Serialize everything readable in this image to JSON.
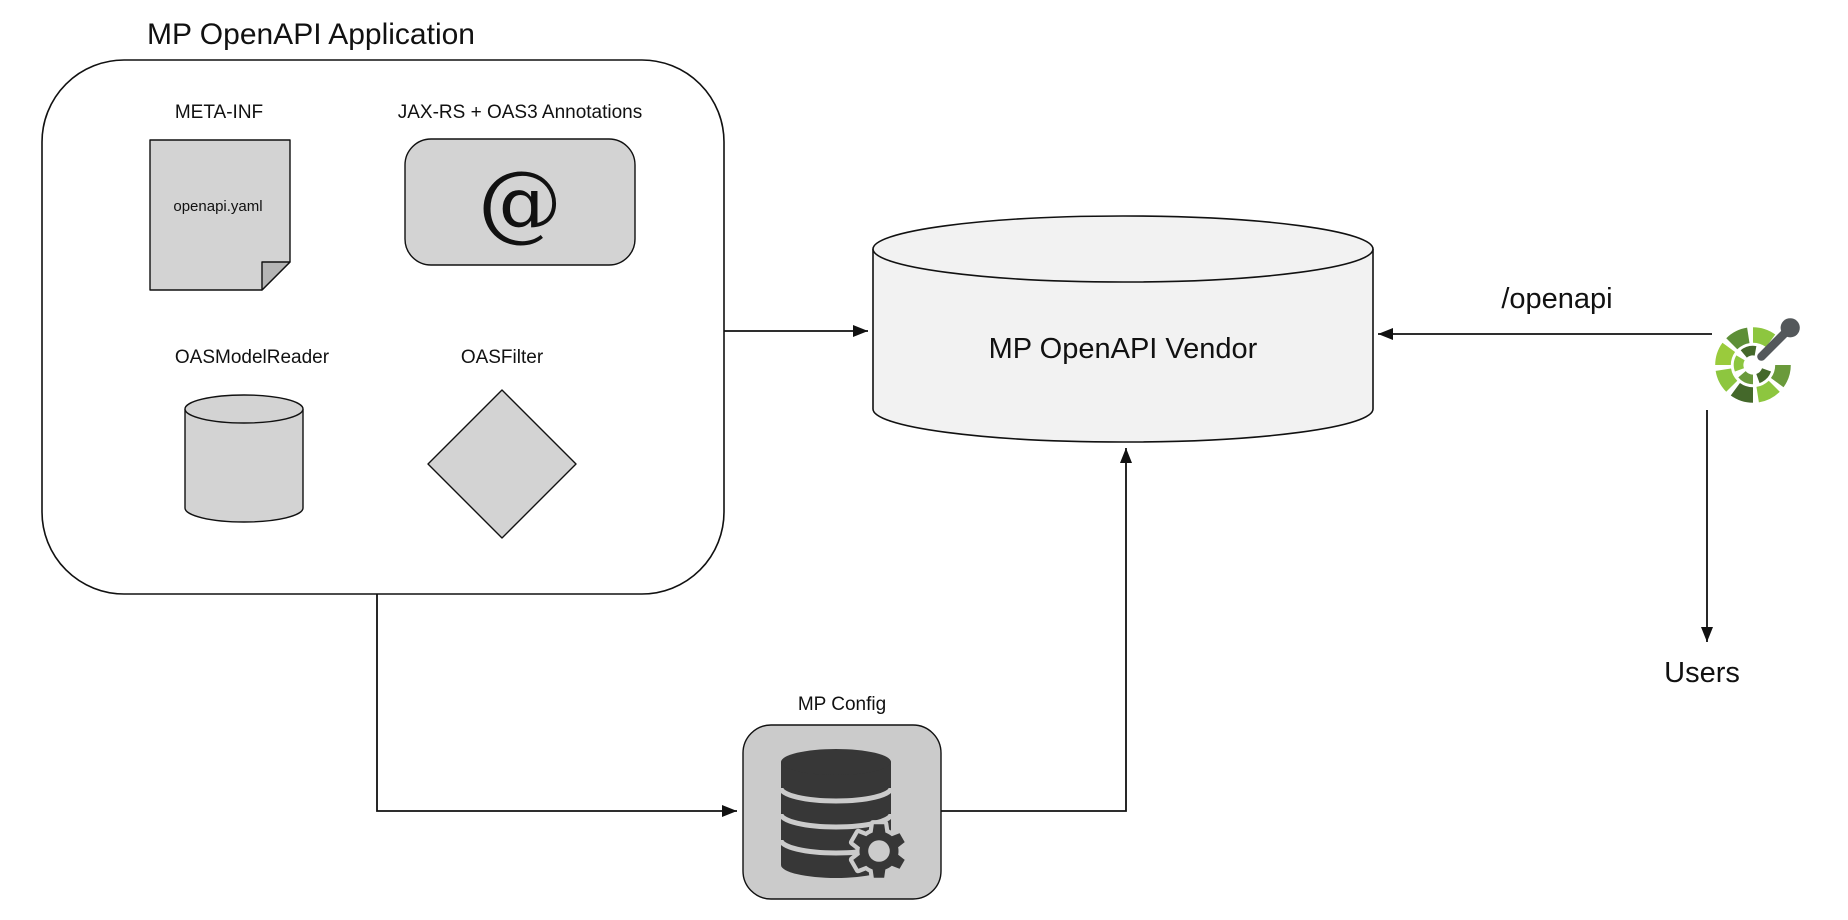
{
  "diagram": {
    "title": "MP OpenAPI Application",
    "app": {
      "meta_inf_label": "META-INF",
      "meta_inf_file": "openapi.yaml",
      "annotations_label": "JAX-RS + OAS3 Annotations",
      "annotations_symbol": "@",
      "model_reader_label": "OASModelReader",
      "filter_label": "OASFilter"
    },
    "vendor": {
      "label": "MP OpenAPI Vendor"
    },
    "flow": {
      "endpoint_label": "/openapi",
      "users_label": "Users"
    },
    "config": {
      "label": "MP Config"
    },
    "icons": {
      "logo": "openapi-logo",
      "config": "database-gear-icon",
      "annotations": "at-symbol-icon",
      "meta_inf": "document-icon",
      "model_reader": "cylinder-icon",
      "filter": "diamond-icon"
    },
    "colors": {
      "shape_fill": "#d3d3d3",
      "shape_fill_dark": "#b5b5b5",
      "config_fill": "#cbcbcb",
      "vendor_fill": "#f2f2f2",
      "stroke": "#000000",
      "icon_dark": "#373737",
      "logo_green_bright": "#8dc63f",
      "logo_green_mid": "#6a9a3b",
      "logo_green_dark": "#44682a",
      "logo_green_olive": "#9acb3c",
      "logo_green_deep": "#5d8f37",
      "logo_handle_gray": "#54585b"
    }
  }
}
